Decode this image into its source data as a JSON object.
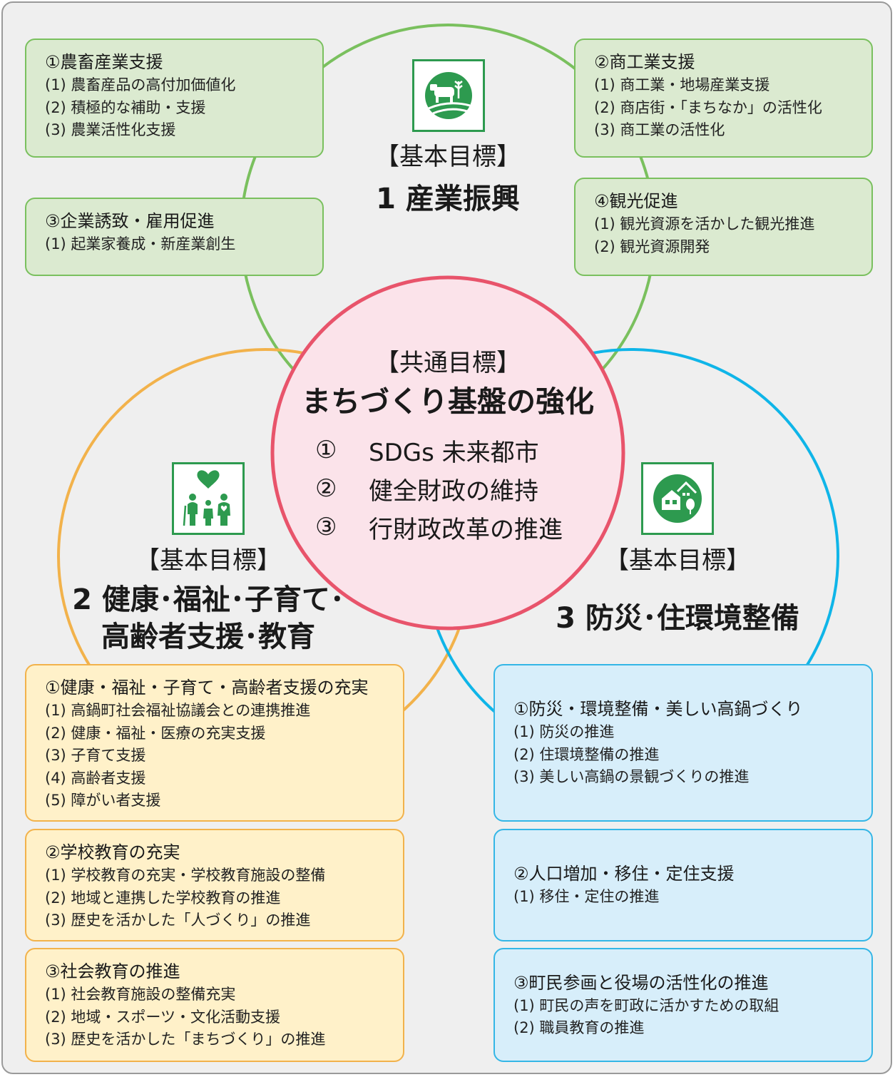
{
  "colors": {
    "green": "#7ac05e",
    "orange": "#f2b24b",
    "blue": "#34b6e6",
    "pink": "#e8546b",
    "icon_green": "#2d9a4f"
  },
  "common_goal": {
    "label": "【共通目標】",
    "name": "まちづくり基盤の強化",
    "items": [
      {
        "num": "①",
        "text": "SDGs 未来都市"
      },
      {
        "num": "②",
        "text": "健全財政の維持"
      },
      {
        "num": "③",
        "text": "行財政改革の推進"
      }
    ]
  },
  "goal1": {
    "label": "【基本目標】",
    "name": "1 産業振興",
    "icon": "cow-farm-icon",
    "boxes": [
      {
        "title": "①農畜産業支援",
        "items": [
          "(1) 農畜産品の高付加価値化",
          "(2) 積極的な補助・支援",
          "(3) 農業活性化支援"
        ]
      },
      {
        "title": "③企業誘致・雇用促進",
        "items": [
          "(1) 起業家養成・新産業創生"
        ]
      },
      {
        "title": "②商工業支援",
        "items": [
          "(1) 商工業・地場産業支援",
          "(2) 商店街・「まちなか」の活性化",
          "(3) 商工業の活性化"
        ]
      },
      {
        "title": "④観光促進",
        "items": [
          "(1) 観光資源を活かした観光推進",
          "(2) 観光資源開発"
        ]
      }
    ]
  },
  "goal2": {
    "label": "【基本目標】",
    "name_line1": "2 健康･福祉･子育て･",
    "name_line2": "高齢者支援･教育",
    "icon": "family-heart-icon",
    "boxes": [
      {
        "title": "①健康・福祉・子育て・高齢者支援の充実",
        "items": [
          "(1) 高鍋町社会福祉協議会との連携推進",
          "(2) 健康・福祉・医療の充実支援",
          "(3) 子育て支援",
          "(4) 高齢者支援",
          "(5) 障がい者支援"
        ]
      },
      {
        "title": "②学校教育の充実",
        "items": [
          "(1) 学校教育の充実・学校教育施設の整備",
          "(2) 地域と連携した学校教育の推進",
          "(3) 歴史を活かした「人づくり」の推進"
        ]
      },
      {
        "title": "③社会教育の推進",
        "items": [
          "(1) 社会教育施設の整備充実",
          "(2) 地域・スポーツ・文化活動支援",
          "(3) 歴史を活かした「まちづくり」の推進"
        ]
      }
    ]
  },
  "goal3": {
    "label": "【基本目標】",
    "name": "3 防災･住環境整備",
    "icon": "house-environment-icon",
    "boxes": [
      {
        "title": "①防災・環境整備・美しい高鍋づくり",
        "items": [
          "(1) 防災の推進",
          "(2) 住環境整備の推進",
          "(3) 美しい高鍋の景観づくりの推進"
        ]
      },
      {
        "title": "②人口増加・移住・定住支援",
        "items": [
          "(1) 移住・定住の推進"
        ]
      },
      {
        "title": "③町民参画と役場の活性化の推進",
        "items": [
          "(1) 町民の声を町政に活かすための取組",
          "(2) 職員教育の推進"
        ]
      }
    ]
  }
}
